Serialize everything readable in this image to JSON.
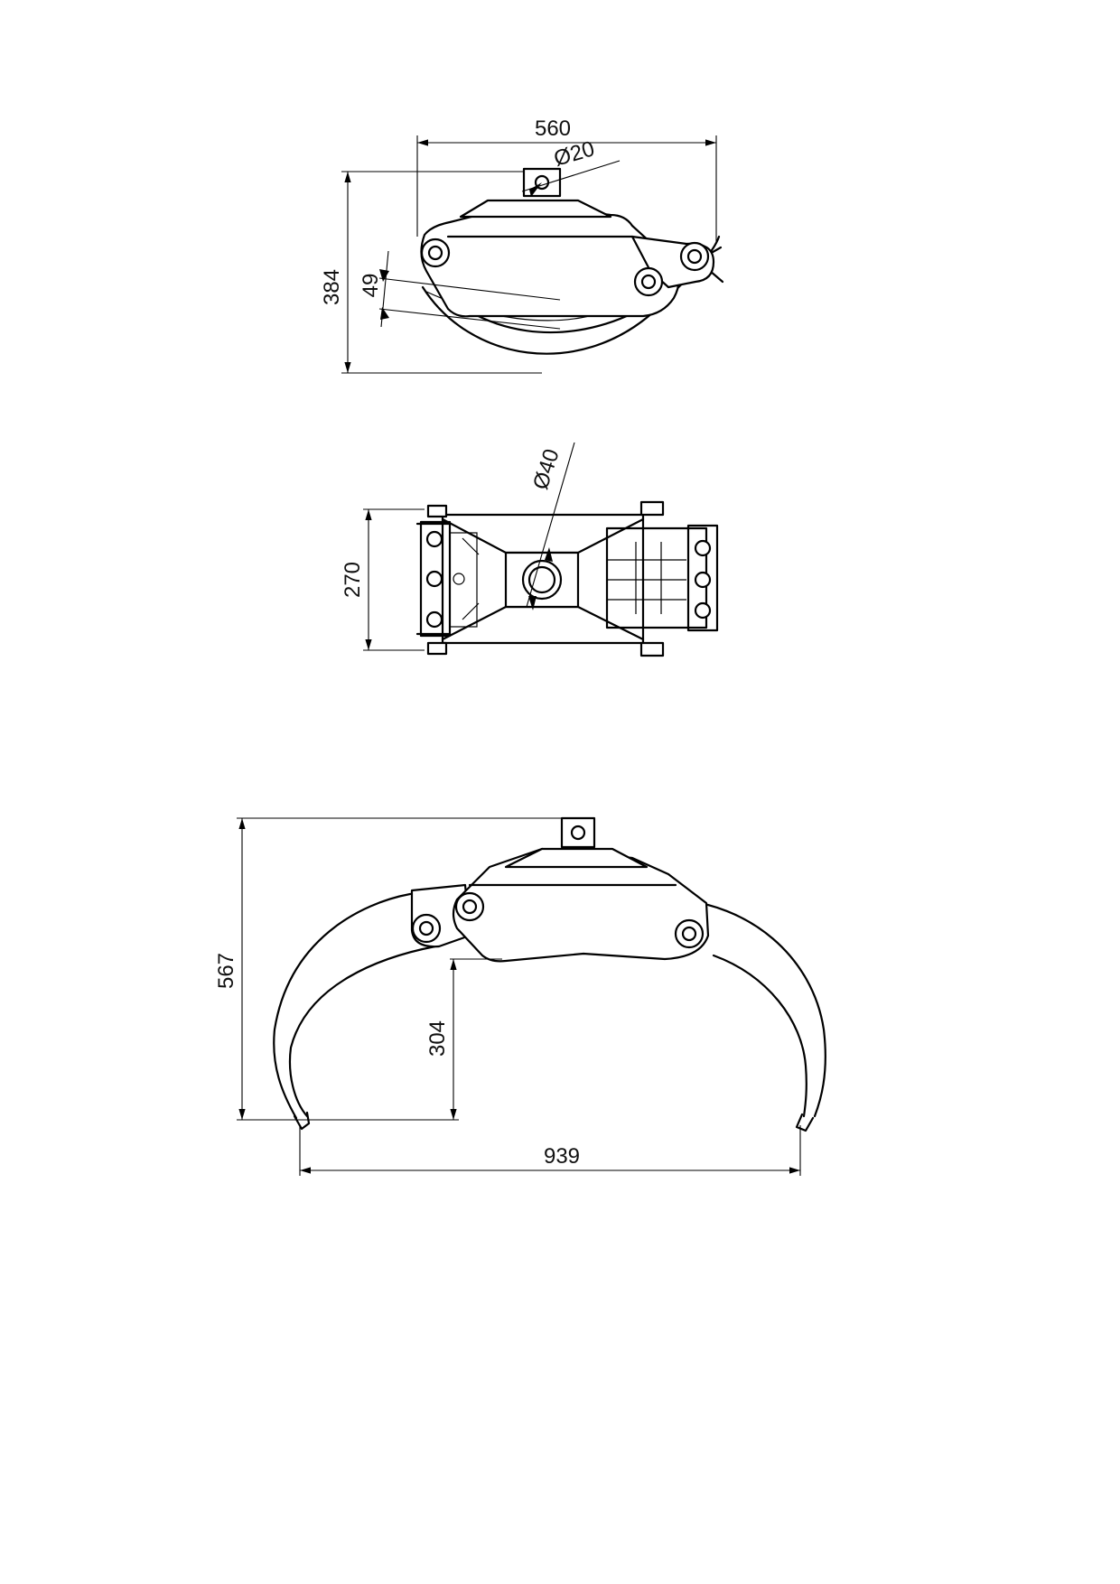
{
  "views": {
    "side_closed": {
      "width_dim": "560",
      "height_dim": "384",
      "overlap_dim": "49",
      "pin_dim": "Ø20"
    },
    "top": {
      "height_dim": "270",
      "hole_dim": "Ø40"
    },
    "side_open": {
      "height_dim": "567",
      "inner_height_dim": "304",
      "opening_width_dim": "939"
    }
  }
}
